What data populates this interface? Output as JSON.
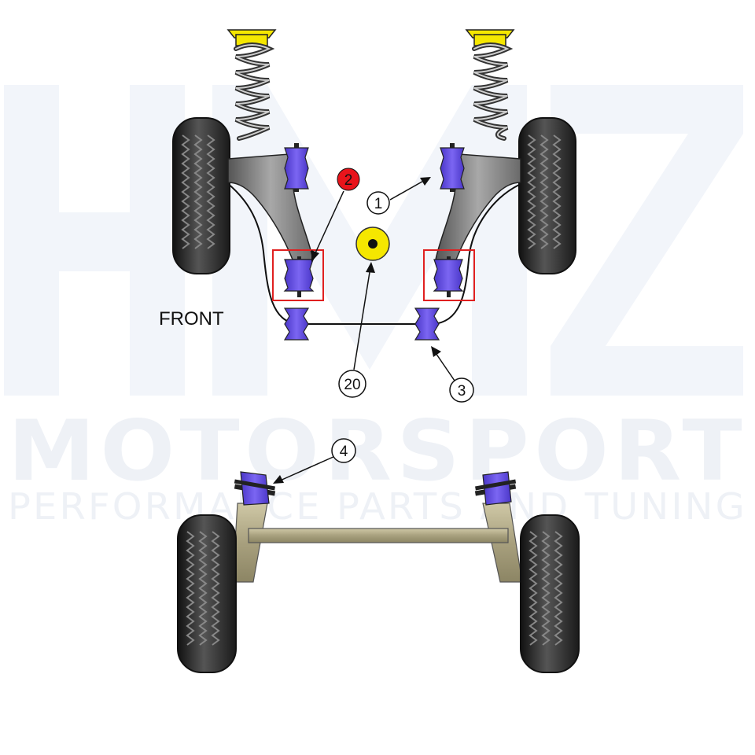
{
  "watermark": {
    "logo": "HMZ",
    "brand": "MOTORSPORT",
    "tagline": "PERFORMANCE PARTS AND TUNING"
  },
  "labels": {
    "front": "FRONT"
  },
  "callouts": [
    {
      "id": "1",
      "text": "1",
      "style": "outline",
      "color": "#ffffff"
    },
    {
      "id": "2",
      "text": "2",
      "style": "filled",
      "color": "#e8141b"
    },
    {
      "id": "3",
      "text": "3",
      "style": "outline",
      "color": "#ffffff"
    },
    {
      "id": "4",
      "text": "4",
      "style": "outline",
      "color": "#ffffff"
    },
    {
      "id": "20",
      "text": "20",
      "style": "outline",
      "color": "#ffffff"
    }
  ],
  "colors": {
    "bush_purple": "#6a55e6",
    "highlight_red": "#e02020",
    "yellow_part": "#f5e700",
    "arm_grey": "#8a8a8a",
    "beam_tan": "#b7b08c",
    "tyre_dark": "#333333"
  }
}
